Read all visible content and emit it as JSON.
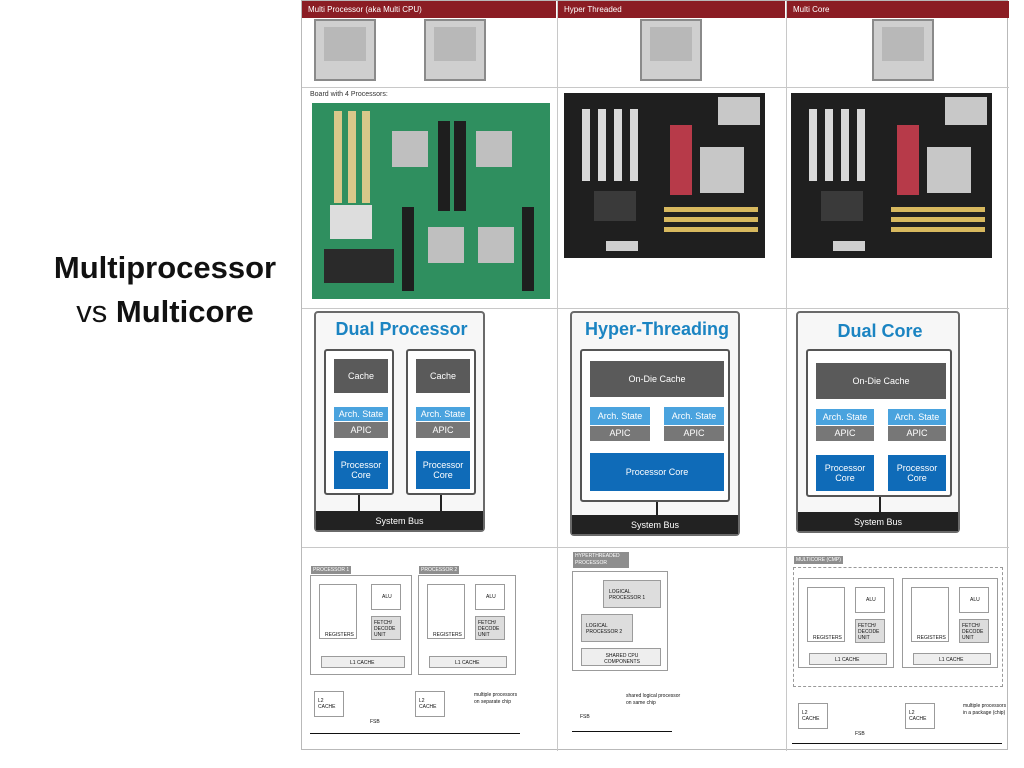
{
  "title": {
    "part1": "Multiprocessor",
    "part2": "vs",
    "part3": "Multicore"
  },
  "headers": {
    "col1": "Multi Processor (aka Multi CPU)",
    "col2": "Hyper Threaded",
    "col3": "Multi Core"
  },
  "boards": {
    "label1": "Board with 4 Processors:"
  },
  "diagrams": {
    "dp": {
      "title": "Dual Processor",
      "cache": "Cache",
      "arch": "Arch. State",
      "apic": "APIC",
      "core": "Processor Core",
      "bus": "System Bus"
    },
    "ht": {
      "title": "Hyper-Threading",
      "cache": "On-Die Cache",
      "arch": "Arch. State",
      "apic": "APIC",
      "core": "Processor Core",
      "bus": "System Bus"
    },
    "dc": {
      "title": "Dual Core",
      "cache": "On-Die Cache",
      "arch": "Arch. State",
      "apic": "APIC",
      "core": "Processor Core",
      "bus": "System Bus"
    }
  },
  "schematics": {
    "p1": "PROCESSOR 1",
    "p2": "PROCESSOR 2",
    "registers": "REGISTERS",
    "alu": "ALU",
    "fetch": "FETCH/ DECODE UNIT",
    "l1": "L1 CACHE",
    "l2": "L2 CACHE",
    "fsb": "FSB",
    "multi_separate": "multiple processors on separate chip",
    "hyper": "HYPERTHREADED PROCESSOR",
    "logical1": "LOGICAL PROCESSOR 1",
    "logical2": "LOGICAL PROCESSOR 2",
    "shared_components": "SHARED CPU COMPONENTS",
    "shared_logical": "shared logical processor on same chip",
    "multicore": "MULTICORE (CMP)",
    "multi_package": "multiple processors in a package (chip)"
  },
  "colors": {
    "header": "#8b1d24",
    "title_blue": "#1b84c2",
    "cache": "#5a5a5a",
    "arch": "#4aa3de",
    "core": "#0f6bb8"
  }
}
